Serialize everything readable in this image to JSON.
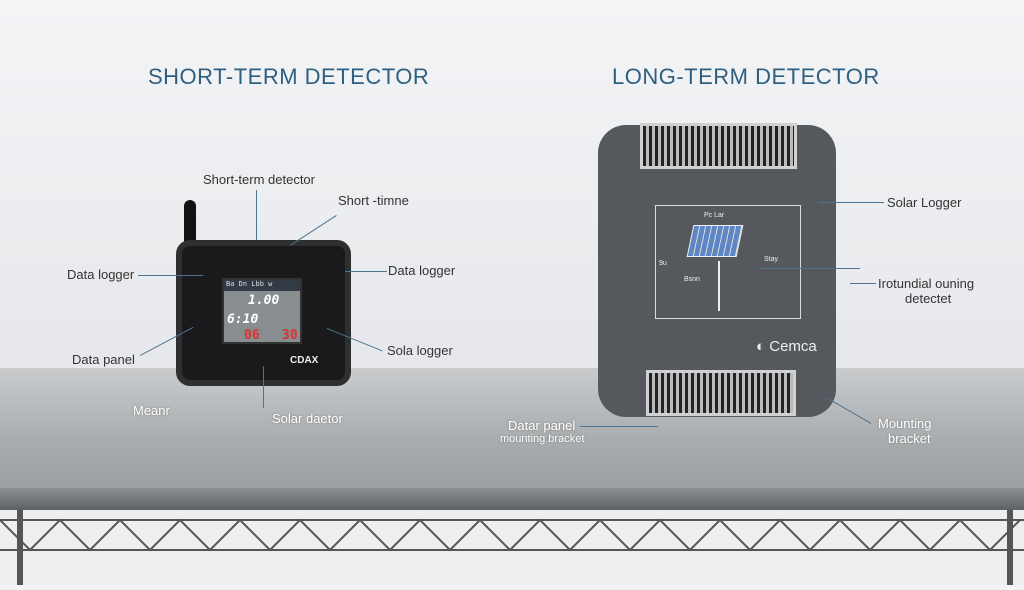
{
  "titles": {
    "short": "SHORT-TERM DETECTOR",
    "long": "LONG-TERM DETECTOR"
  },
  "short_device": {
    "labels": {
      "top": "Short-term detector",
      "top_right": "Short -timne",
      "left_logger": "Data logger",
      "right_logger": "Data logger",
      "data_panel": "Data panel",
      "sola_logger": "Sola logger",
      "meanr": "Meanr",
      "solar_daetor": "Solar daetor"
    },
    "screen": {
      "header": "Ba Dn Lbb w",
      "value1": "1.00",
      "value2": "6:10",
      "red1": "06",
      "red2": "30"
    },
    "brand": "CDAX"
  },
  "long_device": {
    "labels": {
      "solar_logger": "Solar Logger",
      "irotundial_line1": "Irotundial ouning",
      "irotundial_line2": "detectet",
      "datar_line1": "Datar panel",
      "datar_line2": "mounting bracket",
      "mounting_line1": "Mounting",
      "mounting_line2": "bracket"
    },
    "diagram": {
      "title": "Pc Lar",
      "left": "Bsnn",
      "right": "Stay",
      "side": "9u"
    },
    "brand": "Cemca"
  }
}
